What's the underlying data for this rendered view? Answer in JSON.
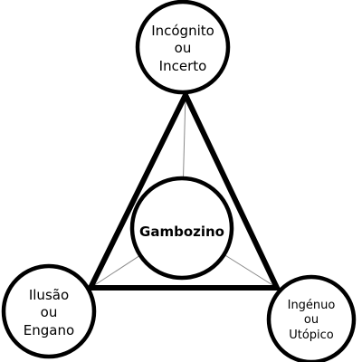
{
  "nodes": {
    "top": {
      "lines": [
        "Incógnito",
        "ou",
        "Incerto"
      ]
    },
    "left": {
      "lines": [
        "Ilusão",
        "ou",
        "Engano"
      ]
    },
    "right": {
      "lines": [
        "Ingénuo",
        "ou",
        "Utópico"
      ]
    },
    "center": {
      "label": "Gambozino"
    }
  },
  "colors": {
    "center_text": "#dd0000",
    "lines": "#000000",
    "thin_lines": "#8a8a8a",
    "background": "#ffffff"
  }
}
